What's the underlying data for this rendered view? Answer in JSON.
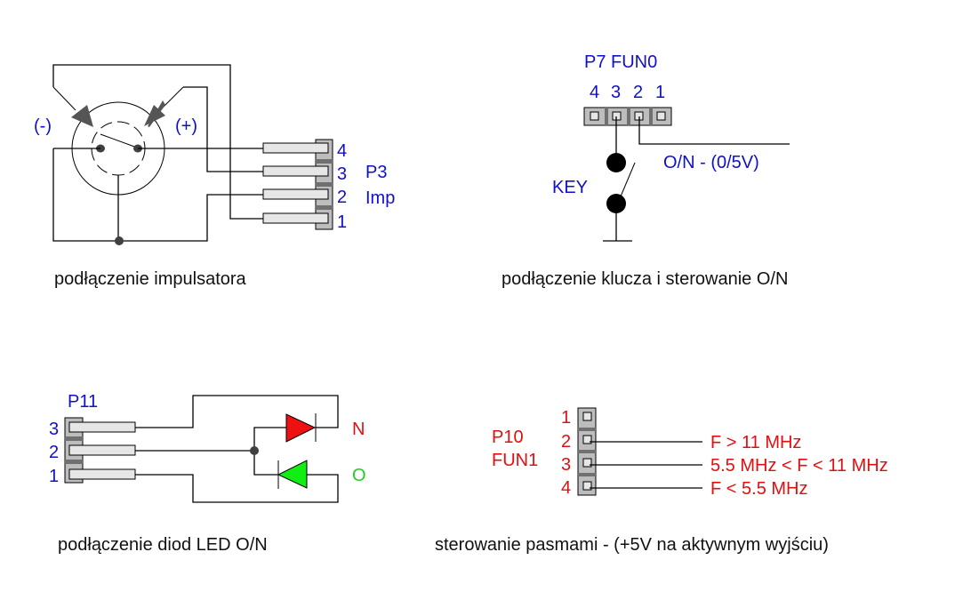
{
  "diagrams": {
    "encoder": {
      "caption": "podłączenie impulsatora",
      "minus_label": "(-)",
      "plus_label": "(+)",
      "connector_name": "P3",
      "connector_sub": "Imp",
      "pins": [
        "4",
        "3",
        "2",
        "1"
      ]
    },
    "key": {
      "caption": "podłączenie klucza i sterowanie O/N",
      "connector_name": "P7 FUN0",
      "pins": [
        "4",
        "3",
        "2",
        "1"
      ],
      "key_label": "KEY",
      "output_label": "O/N - (0/5V)"
    },
    "led": {
      "caption": "podłączenie diod LED O/N",
      "connector_name": "P11",
      "pins": [
        "3",
        "2",
        "1"
      ],
      "led_n_label": "N",
      "led_o_label": "O",
      "led_n_color": "#ee1111",
      "led_o_color": "#11ee11"
    },
    "bands": {
      "caption": "sterowanie pasmami - (+5V na aktywnym wyjściu)",
      "connector_name": "P10",
      "connector_sub": "FUN1",
      "pins": [
        "1",
        "2",
        "3",
        "4"
      ],
      "outputs": [
        "F > 11 MHz",
        "5.5 MHz < F < 11 MHz",
        "F < 5.5 MHz"
      ]
    }
  },
  "colors": {
    "label_blue": "#1010c8",
    "label_red": "#e01010",
    "wire": "#000000",
    "pin": "#e6e6e6",
    "housing": "#bdbdbd"
  }
}
